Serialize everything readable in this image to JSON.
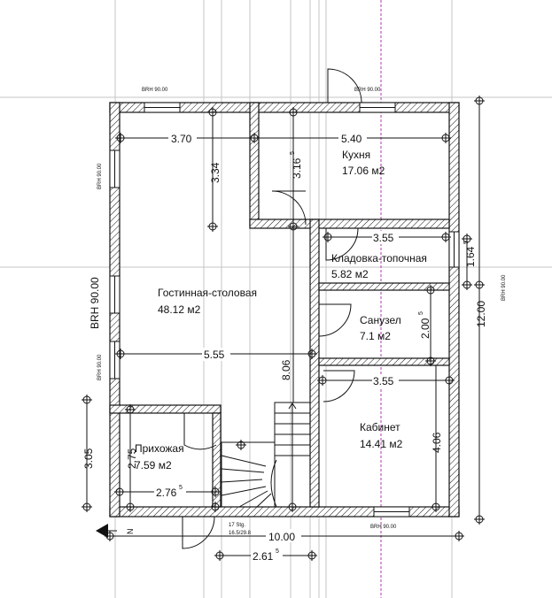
{
  "rooms": [
    {
      "name": "Кухня",
      "area": "17.06 м2"
    },
    {
      "name": "Кладовка-топочная",
      "area": "5.82 м2"
    },
    {
      "name": "Гостинная-столовая",
      "area": "48.12 м2"
    },
    {
      "name": "Санузел",
      "area": "7.1 м2"
    },
    {
      "name": "Кабинет",
      "area": "14.41 м2"
    },
    {
      "name": "Прихожая",
      "area": "7.59 м2"
    }
  ],
  "dimensions": {
    "living_top_width": "3.70",
    "kitchen_width": "5.40",
    "living_top_height": "3.34",
    "kitchen_height": "3.16",
    "kitchen_height_sup": "5",
    "storage_width": "3.55",
    "right_short": "1.64",
    "right_short_sup": "5",
    "bath_height": "2.00",
    "bath_height_sup": "5",
    "living_width": "5.55",
    "living_height": "8.06",
    "cabinet_width": "3.55",
    "cabinet_height": "4.06",
    "hall_height": "2.75",
    "hall_width": "2.76",
    "hall_width_sup": "5",
    "left_lower": "3.05",
    "total_width": "10.00",
    "total_height": "12.00",
    "stair_width": "2.61",
    "stair_width_sup": "5"
  },
  "labels": {
    "brh_top_left": "BRH 90.00",
    "brh_top_right": "BRH 90.00",
    "brh_left_upper": "BRH 90.00",
    "brh_left_main": "BRH 90.00",
    "brh_left_lower": "BRH 90.00",
    "brh_right": "BRH 90.00",
    "brh_bottom": "BRH 90.00",
    "stair_steps": "17 Stg.",
    "stair_size": "16.5/29.8",
    "north": "N"
  }
}
